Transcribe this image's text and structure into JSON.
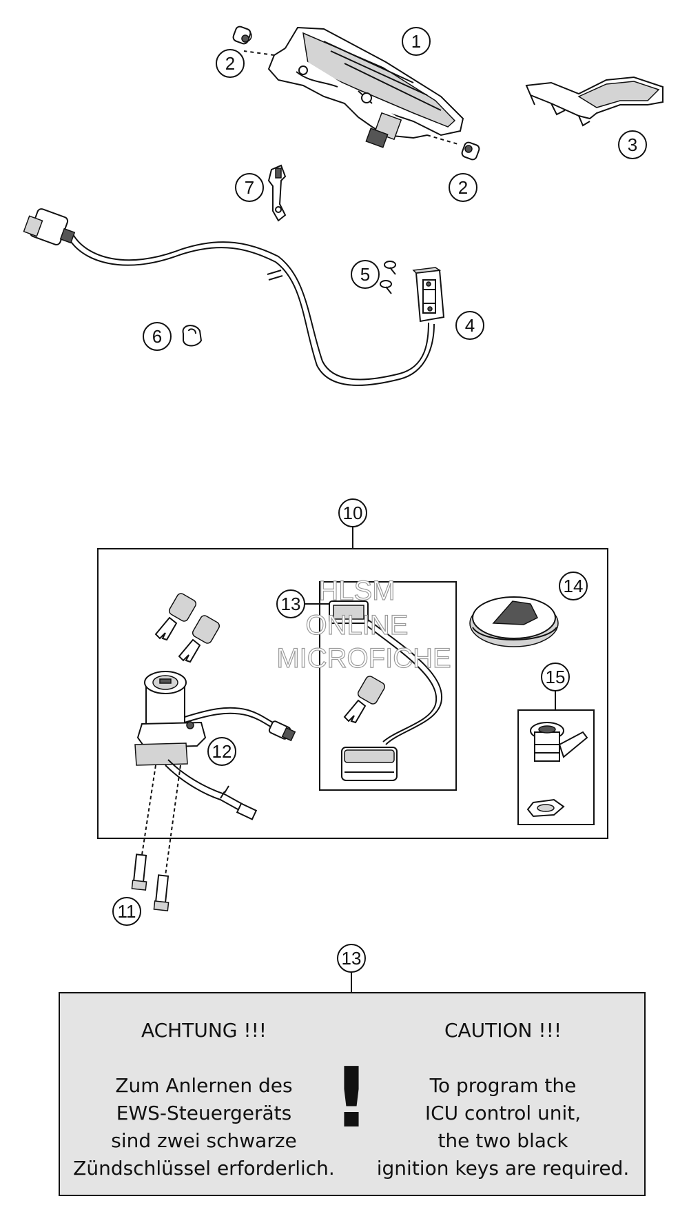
{
  "callouts": [
    "1",
    "2",
    "2",
    "3",
    "4",
    "5",
    "6",
    "7",
    "10",
    "11",
    "12",
    "13",
    "13",
    "14",
    "15"
  ],
  "watermark": {
    "line1": "HLSM",
    "line2": "ONLINE",
    "line3": "MICROFICHE"
  },
  "note": {
    "left_title": "ACHTUNG !!!",
    "left_lines": [
      "Zum Anlernen des",
      "EWS-Steuergeräts",
      "sind zwei schwarze",
      "Zündschlüssel erforderlich."
    ],
    "right_title": "CAUTION !!!",
    "right_lines": [
      "To program the",
      "ICU control unit,",
      "the two black",
      "ignition keys are required."
    ],
    "symbol": "!"
  },
  "colors": {
    "line": "#111111",
    "note_bg": "#e4e4e4",
    "part_fill": "#ffffff",
    "part_shade": "#d6d6d6"
  }
}
